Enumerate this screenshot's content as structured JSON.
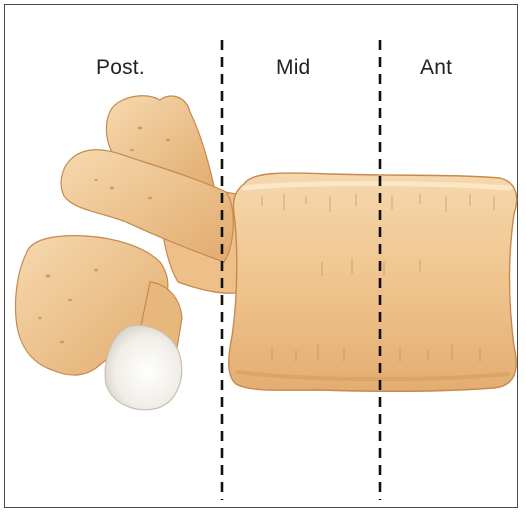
{
  "columns": [
    {
      "label": "Post."
    },
    {
      "label": "Mid"
    },
    {
      "label": "Ant"
    }
  ],
  "colors": {
    "bone_light": "#f2cf9c",
    "bone_mid": "#e8b77c",
    "bone_shadow": "#c98f52",
    "cartilage": "#f4f2ee",
    "divider": "#111111",
    "frame": "#4a4a4a"
  }
}
